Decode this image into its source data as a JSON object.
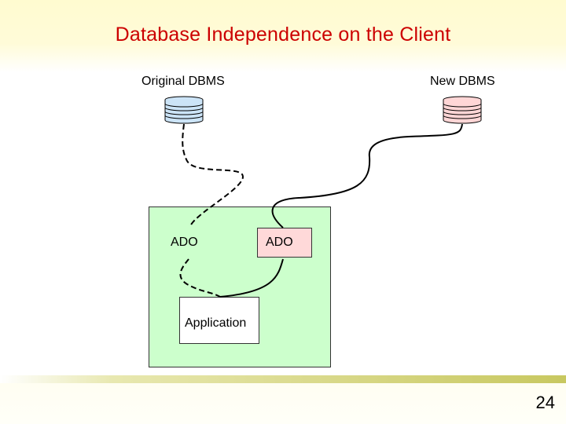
{
  "slide": {
    "title": "Database Independence on the Client",
    "page_number": "24"
  },
  "diagram": {
    "original_dbms_label": "Original DBMS",
    "new_dbms_label": "New DBMS",
    "client_ado_original_label": "ADO",
    "client_ado_new_label": "ADO",
    "application_label": "Application"
  },
  "colors": {
    "title": "#cc0000",
    "client_box": "#ccffcc",
    "original_db": "#cce4f7",
    "new_db": "#ffd6d6",
    "new_ado_box": "#ffd9d9"
  }
}
